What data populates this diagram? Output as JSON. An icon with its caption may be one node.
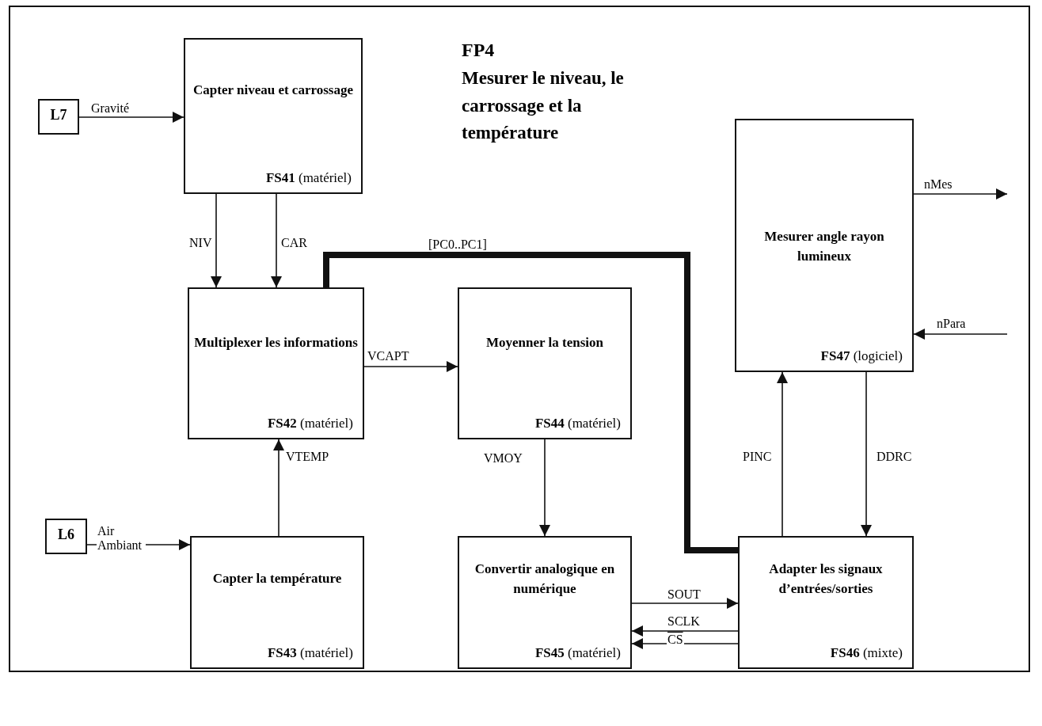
{
  "diagram": {
    "title": "FP4",
    "nodes": [
      {
        "text": [
          "L7"
        ]
      },
      {
        "text": [
          "Capter niveau et carrossage",
          "**FS41** (matériel)"
        ]
      },
      {
        "text": [
          "Multiplexer les informations",
          "**FS42** (matériel)"
        ]
      },
      {
        "text": [
          "Moyenner la tension",
          "**FS44** (matériel)"
        ]
      },
      {
        "text": [
          "Mesurer angle rayon lumineux",
          "**FS47** (logiciel)"
        ]
      },
      {
        "text": [
          "L6"
        ]
      },
      {
        "text": [
          "Capter la température",
          "**FS43** (matériel)"
        ]
      },
      {
        "text": [
          "Convertir analogique en numérique",
          "**FS45** (matériel)"
        ]
      },
      {
        "text": [
          "Adapter les signaux d’entrées/sorties",
          "**FS46** (mixte)"
        ]
      }
    ],
    "edges": [
      {
        "from": 0,
        "to": 1,
        "arrow": "to",
        "label": "Gravité"
      },
      {
        "from": 1,
        "to": 2,
        "arrow": "to",
        "label": "NIV"
      },
      {
        "from": 1,
        "to": 2,
        "arrow": "to",
        "label": "CAR"
      },
      {
        "from": 8,
        "to": 2,
        "arrow": "to",
        "label": "[PC0..PC1]",
        "style": "thick"
      },
      {
        "from": 2,
        "to": 3,
        "arrow": "to",
        "label": "VCAPT"
      },
      {
        "from": 6,
        "to": 2,
        "arrow": "to",
        "label": "VTEMP"
      },
      {
        "from": 3,
        "to": 7,
        "arrow": "to",
        "label": "VMOY"
      },
      {
        "from": 5,
        "to": 6,
        "arrow": "to",
        "label": "Air Ambiant"
      },
      {
        "from": 7,
        "to": 8,
        "arrow": "to",
        "label": "SOUT"
      },
      {
        "from": 8,
        "to": 7,
        "arrow": "to",
        "label": "SCLK"
      },
      {
        "from": 8,
        "to": 7,
        "arrow": "to",
        "label": "CS"
      },
      {
        "from": 8,
        "to": 4,
        "arrow": "to",
        "label": "PINC"
      },
      {
        "from": 4,
        "to": 8,
        "arrow": "to",
        "label": "DDRC"
      },
      {
        "from": 4,
        "to": null,
        "arrow": "to",
        "label": "nMes"
      },
      {
        "from": null,
        "to": 4,
        "arrow": "to",
        "label": "nPara"
      }
    ],
    "labels": [
      "Mesurer le niveau, le carrossage et la température"
    ]
  }
}
